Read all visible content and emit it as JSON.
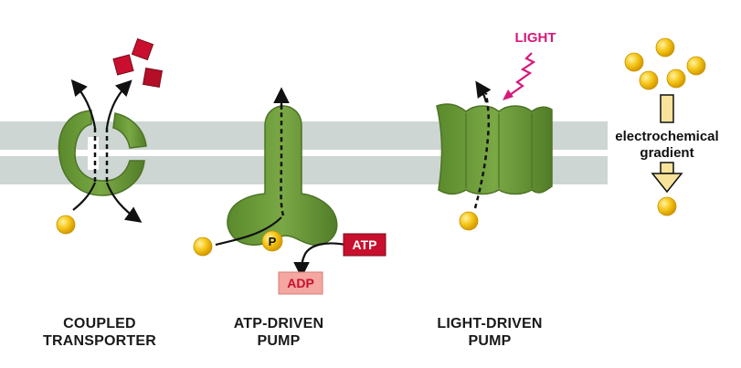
{
  "figure": {
    "light_label": "LIGHT",
    "gradient_label_line1": "electrochemical",
    "gradient_label_line2": "gradient"
  },
  "transporters": [
    {
      "name_line1": "COUPLED",
      "name_line2": "TRANSPORTER"
    },
    {
      "name_line1": "ATP-DRIVEN",
      "name_line2": "PUMP"
    },
    {
      "name_line1": "LIGHT-DRIVEN",
      "name_line2": "PUMP"
    }
  ],
  "molecules": {
    "atp_label": "ATP",
    "adp_label": "ADP",
    "phosphate_label": "P"
  },
  "colors": {
    "membrane": "#cdd6d3",
    "protein": "#6e9a3c",
    "protein_dark": "#4d7325",
    "solute": "#f5c518",
    "cosolute": "#c8102e",
    "light": "#d6197a",
    "atp_box": "#c8102e",
    "adp_box": "#f4a6a0",
    "gradient_arrow": "#f7e39a"
  }
}
